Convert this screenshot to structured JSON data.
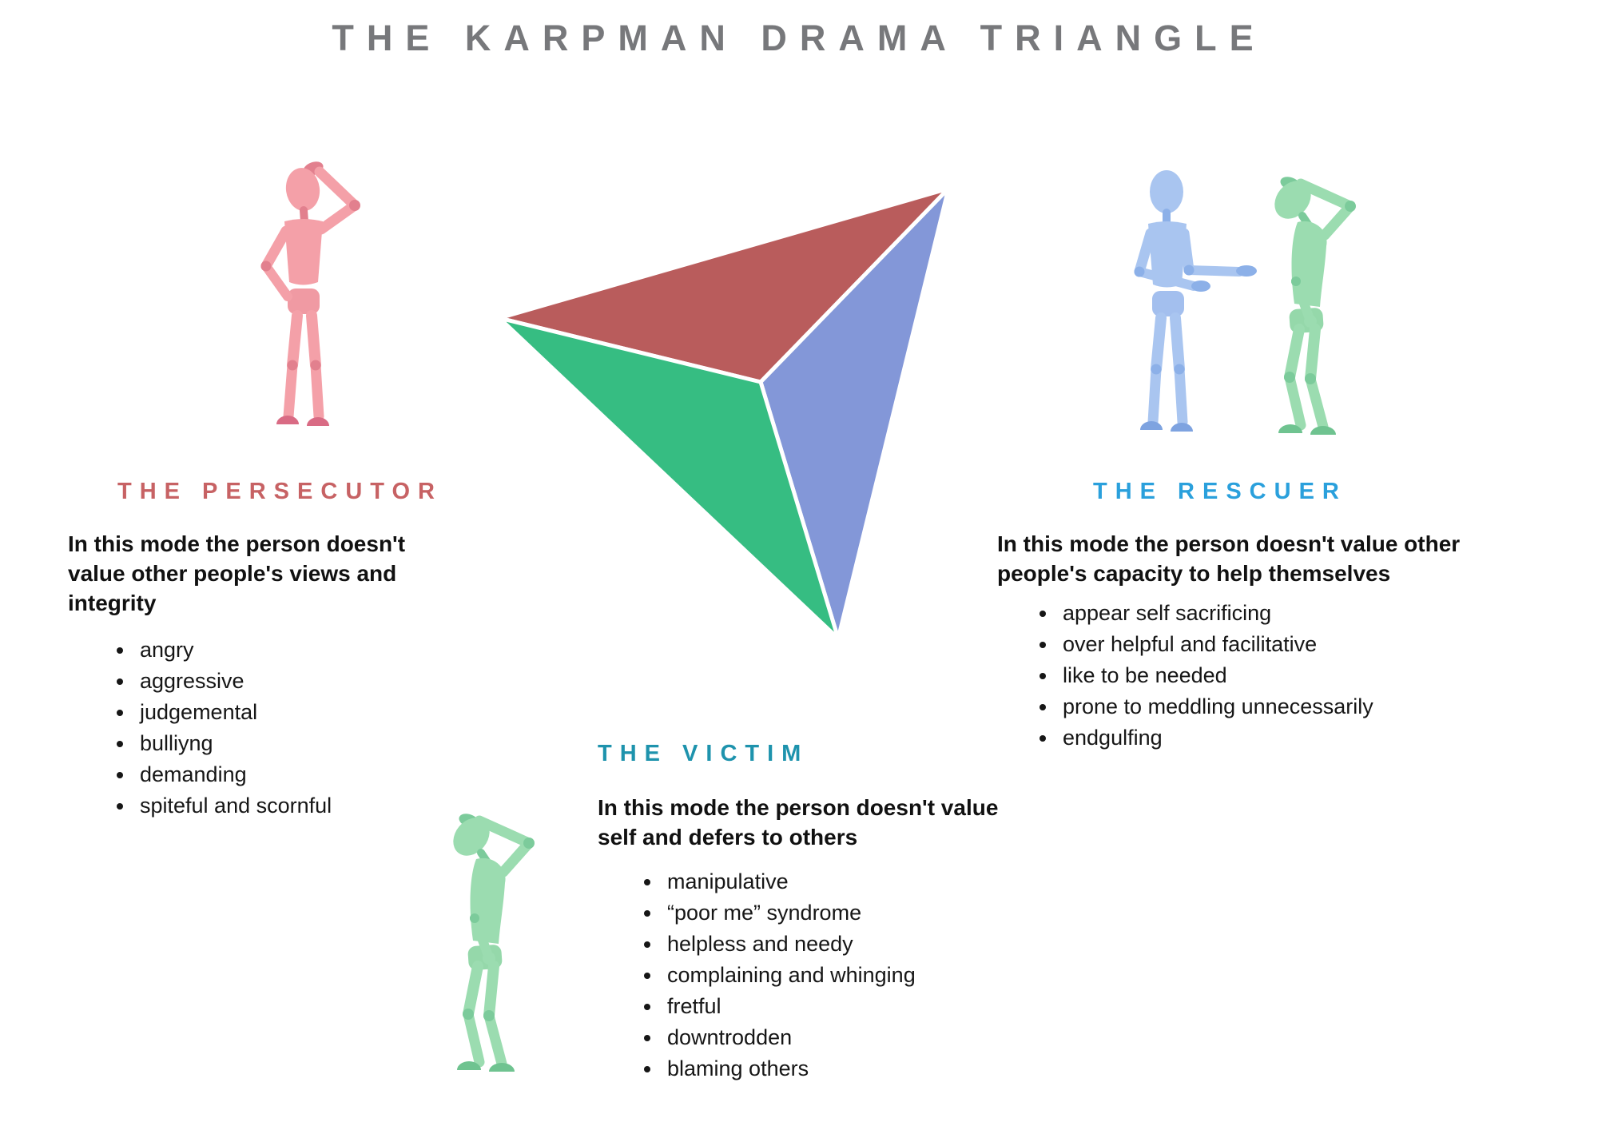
{
  "title": {
    "text": "THE KARPMAN DRAMA TRIANGLE",
    "color": "#77787b"
  },
  "triangle": {
    "faces": [
      {
        "name": "persecutor-face",
        "position": "top",
        "color": "#b95c5c"
      },
      {
        "name": "rescuer-face",
        "position": "right",
        "color": "#8397d8"
      },
      {
        "name": "victim-face",
        "position": "bottom-left",
        "color": "#36bd82"
      }
    ],
    "edge_color": "#ffffff"
  },
  "sections": {
    "persecutor": {
      "heading": "THE PERSECUTOR",
      "heading_color": "#c76264",
      "description": "In this mode the person doesn't value other people's views and integrity",
      "bullets": [
        "angry",
        "aggressive",
        "judgemental",
        "bulliyng",
        "demanding",
        "spiteful and scornful"
      ],
      "figure": "pink-mannequin-hand-on-head-and-hip",
      "figure_color": "#f4a0a8"
    },
    "rescuer": {
      "heading": "THE RESCUER",
      "heading_color": "#2aa0dc",
      "description": "In this mode the person doesn't value other people's capacity to help themselves",
      "bullets": [
        "appear self sacrificing",
        "over helpful and facilitative",
        "like to be needed",
        "prone to meddling unnecessarily",
        "endgulfing"
      ],
      "figure": "blue-mannequin-offering-and-green-mannequin-hunched",
      "figure_colors": [
        "#a9c5f0",
        "#9bdcb0"
      ]
    },
    "victim": {
      "heading": "THE VICTIM",
      "heading_color": "#1e93ad",
      "description": "In this mode the person doesn't value self and defers to others",
      "bullets": [
        "manipulative",
        "“poor me” syndrome",
        "helpless and needy",
        "complaining and whinging",
        "fretful",
        "downtrodden",
        "blaming others"
      ],
      "figure": "green-mannequin-hunched",
      "figure_color": "#9bdcb0"
    }
  }
}
